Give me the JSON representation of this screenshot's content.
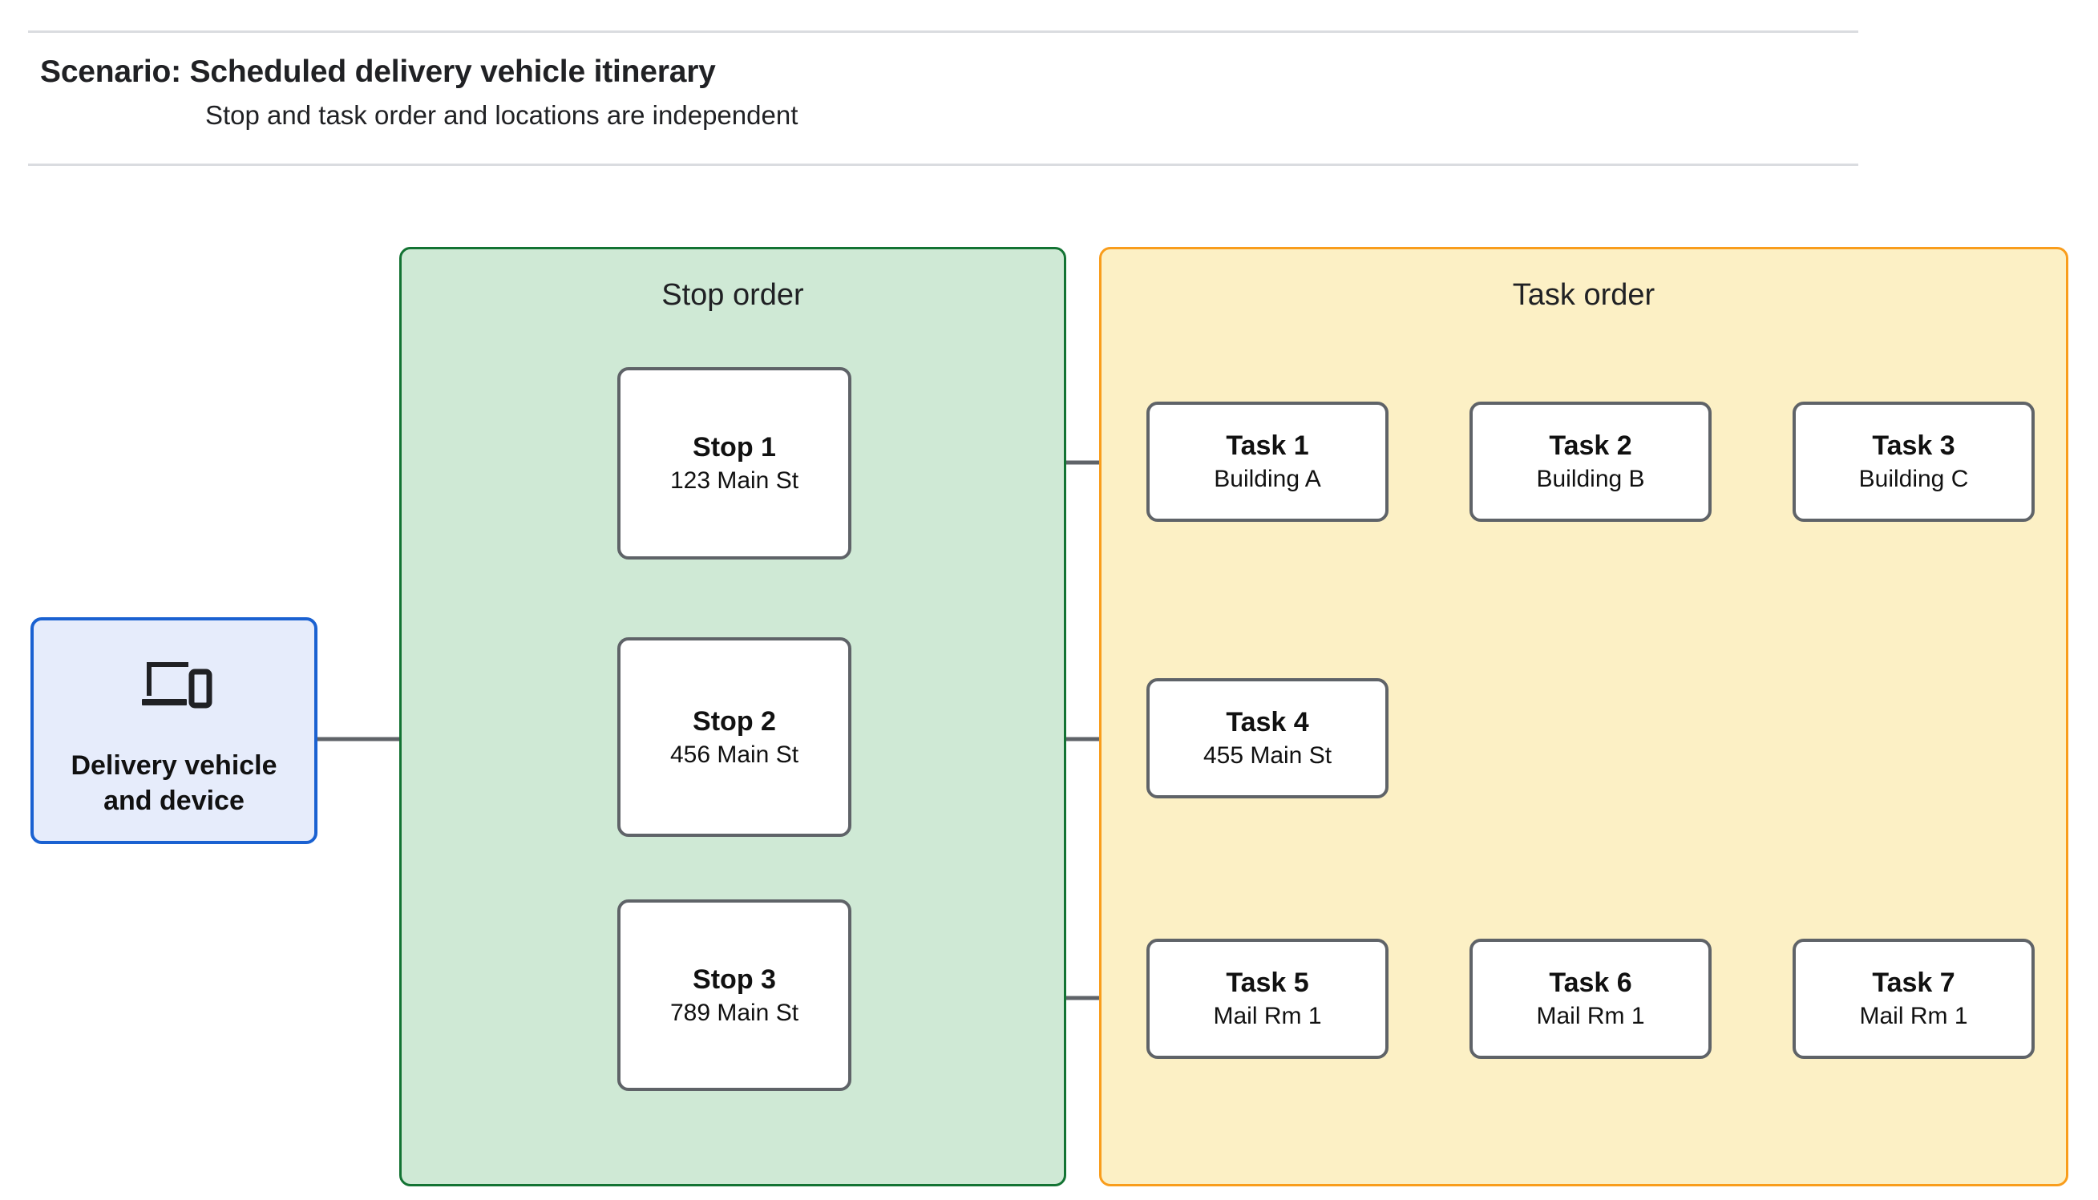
{
  "header": {
    "title": "Scenario: Scheduled delivery vehicle itinerary",
    "subtitle": "Stop and task order and locations are independent"
  },
  "vehicle": {
    "icon": "devices-icon",
    "label": "Delivery vehicle\nand device"
  },
  "groups": {
    "stop": {
      "title": "Stop order"
    },
    "task": {
      "title": "Task order"
    }
  },
  "stops": [
    {
      "name": "Stop 1",
      "location": "123 Main St"
    },
    {
      "name": "Stop 2",
      "location": "456 Main St"
    },
    {
      "name": "Stop 3",
      "location": "789 Main St"
    }
  ],
  "tasks": [
    {
      "name": "Task 1",
      "location": "Building A"
    },
    {
      "name": "Task 2",
      "location": "Building B"
    },
    {
      "name": "Task 3",
      "location": "Building C"
    },
    {
      "name": "Task 4",
      "location": "455 Main St"
    },
    {
      "name": "Task 5",
      "location": "Mail Rm 1"
    },
    {
      "name": "Task 6",
      "location": "Mail Rm 1"
    },
    {
      "name": "Task 7",
      "location": "Mail Rm 1"
    }
  ],
  "colors": {
    "stop_group_fill": "#cfe9d5",
    "stop_group_border": "#137333",
    "task_group_fill": "#fcf0c5",
    "task_group_border": "#f99d1c",
    "vehicle_fill": "#e6ecfb",
    "vehicle_border": "#1a61d1",
    "node_border": "#5f6368",
    "connector": "#5f6368",
    "rule": "#dadce0"
  }
}
